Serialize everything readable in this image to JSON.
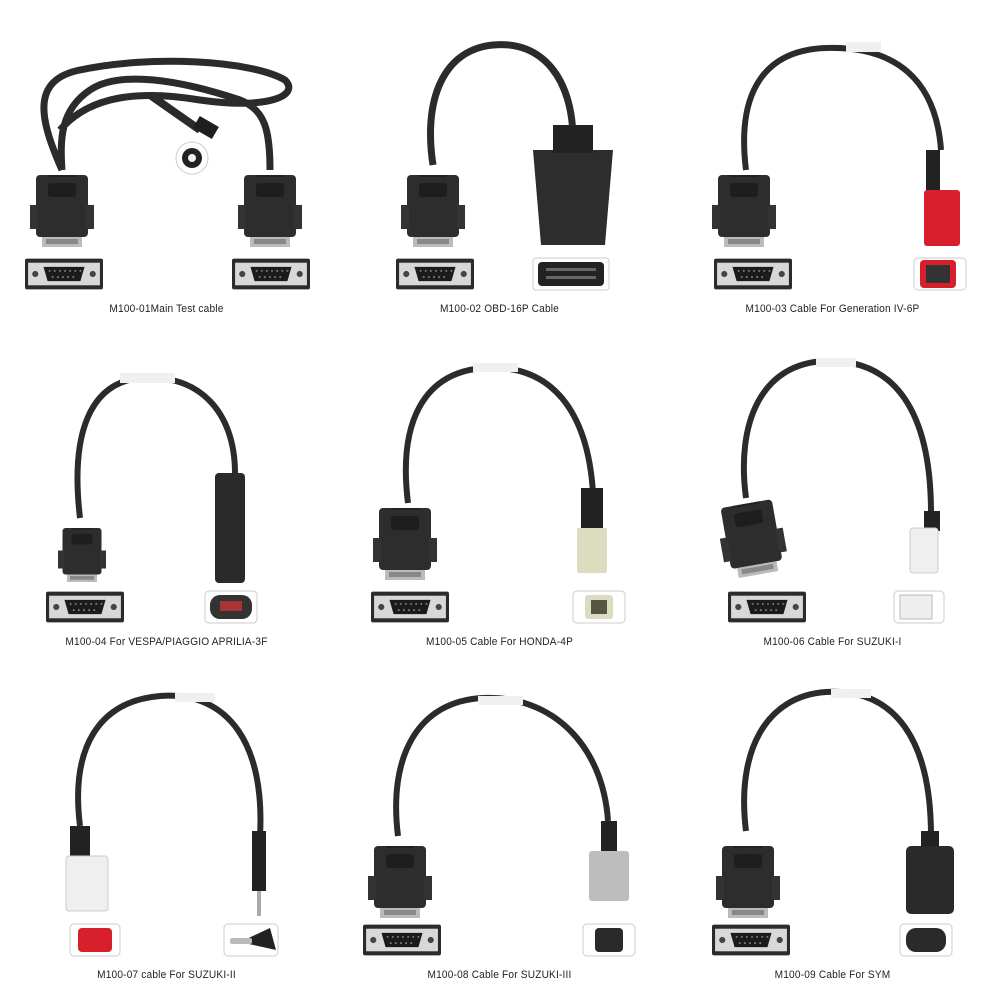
{
  "products": [
    {
      "code": "M100-01",
      "caption": "M100-01Main Test cable",
      "left_connector": "db15-female",
      "right_connector": "db15-male",
      "extra": "dc-power-jack"
    },
    {
      "code": "M100-02",
      "caption": "M100-02 OBD-16P Cable",
      "left_connector": "db15-female",
      "right_connector": "obd-16p"
    },
    {
      "code": "M100-03",
      "caption": "M100-03 Cable For Generation IV-6P",
      "left_connector": "db15-female",
      "right_connector": "red-6p"
    },
    {
      "code": "M100-04",
      "caption": "M100-04 For VESPA/PIAGGIO APRILIA-3F",
      "left_connector": "db15-female",
      "right_connector": "black-3f"
    },
    {
      "code": "M100-05",
      "caption": "M100-05 Cable For HONDA-4P",
      "left_connector": "db15-female",
      "right_connector": "beige-4p"
    },
    {
      "code": "M100-06",
      "caption": "M100-06 Cable For SUZUKI-I",
      "left_connector": "db15-female",
      "right_connector": "white-connector"
    },
    {
      "code": "M100-07",
      "caption": "M100-07 cable For SUZUKI-II",
      "left_connector": "white-red-connector",
      "right_connector": "pin-plug"
    },
    {
      "code": "M100-08",
      "caption": "M100-08 Cable For SUZUKI-III",
      "left_connector": "db15-female",
      "right_connector": "gray-6p"
    },
    {
      "code": "M100-09",
      "caption": "M100-09 Cable For SYM",
      "left_connector": "db15-female",
      "right_connector": "black-3p"
    }
  ],
  "colors": {
    "cable": "#2b2b2b",
    "connector_red": "#d8202c",
    "connector_white": "#efefef",
    "connector_beige": "#dcdcc0",
    "text": "#222222"
  }
}
